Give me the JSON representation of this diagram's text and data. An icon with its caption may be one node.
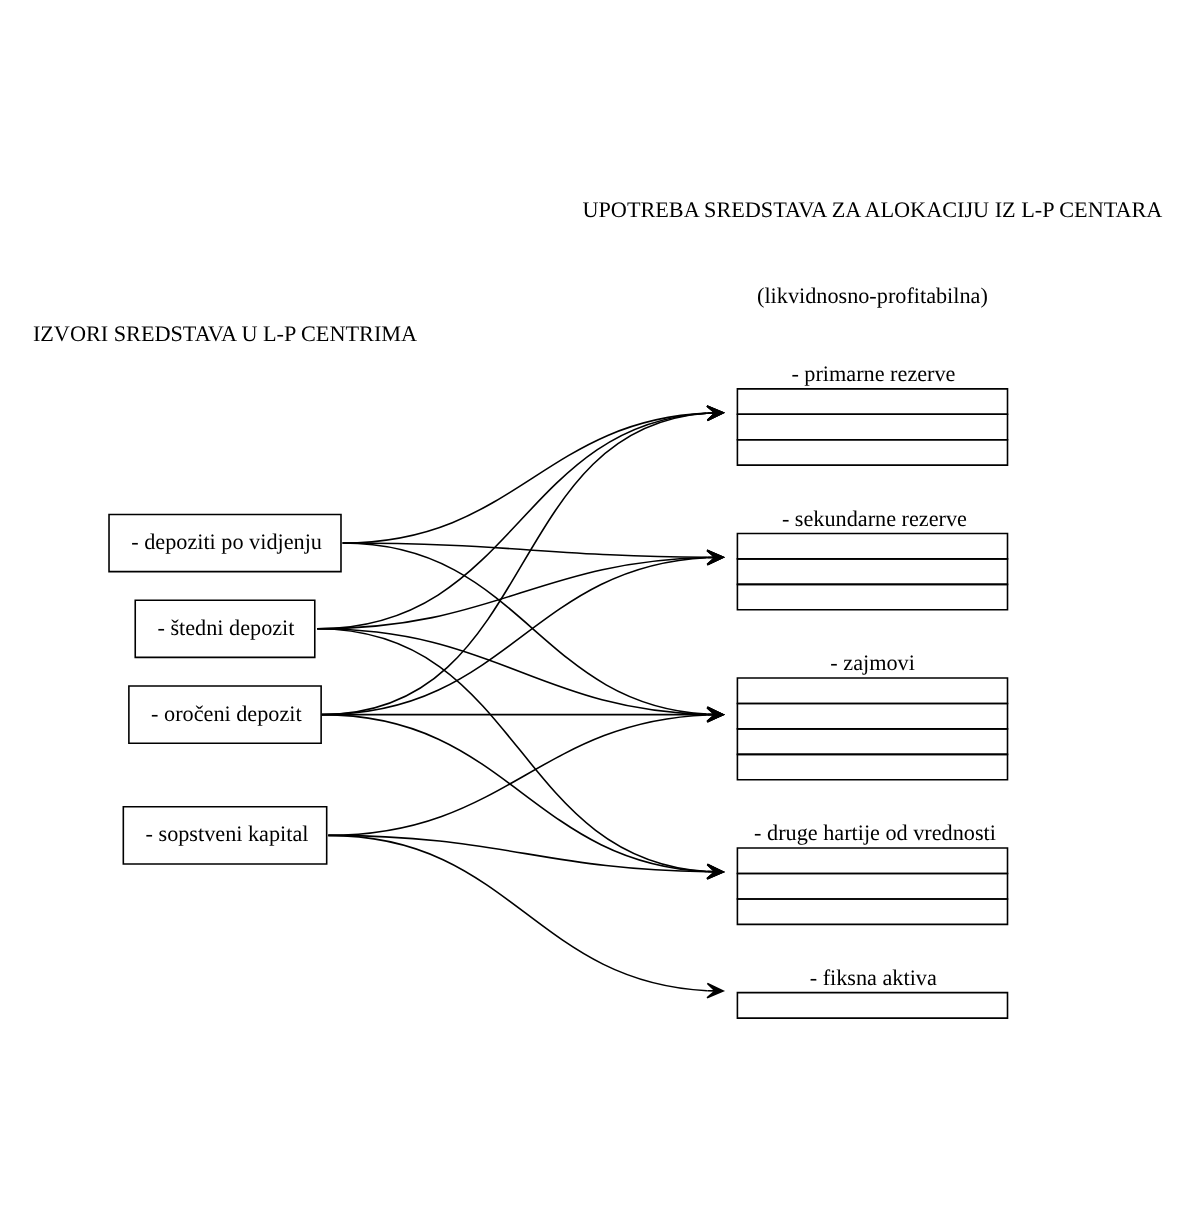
{
  "diagram": {
    "nodes": [
      {
        "text": [
          "- depoziti po vidjenju"
        ]
      },
      {
        "text": [
          "- štedni depozit"
        ]
      },
      {
        "text": [
          "- oročeni depozit"
        ]
      },
      {
        "text": [
          "- sopstveni kapital"
        ]
      },
      {
        "text": [
          "- primarne rezerve"
        ]
      },
      {
        "text": [
          "- sekundarne rezerve"
        ]
      },
      {
        "text": [
          "- zajmovi"
        ]
      },
      {
        "text": [
          "- druge hartije od vrednosti"
        ]
      },
      {
        "text": [
          "- fiksna aktiva"
        ]
      }
    ],
    "edges": [
      {
        "from": 0,
        "to": 4,
        "arrow": "to"
      },
      {
        "from": 0,
        "to": 5,
        "arrow": "to"
      },
      {
        "from": 0,
        "to": 6,
        "arrow": "to"
      },
      {
        "from": 1,
        "to": 4,
        "arrow": "to"
      },
      {
        "from": 1,
        "to": 5,
        "arrow": "to"
      },
      {
        "from": 1,
        "to": 6,
        "arrow": "to"
      },
      {
        "from": 1,
        "to": 7,
        "arrow": "to"
      },
      {
        "from": 2,
        "to": 4,
        "arrow": "to"
      },
      {
        "from": 2,
        "to": 5,
        "arrow": "to"
      },
      {
        "from": 2,
        "to": 6,
        "arrow": "to"
      },
      {
        "from": 2,
        "to": 7,
        "arrow": "to"
      },
      {
        "from": 3,
        "to": 6,
        "arrow": "to"
      },
      {
        "from": 3,
        "to": 7,
        "arrow": "to"
      },
      {
        "from": 3,
        "to": 8,
        "arrow": "to"
      }
    ],
    "labels": [
      "IZVORI SREDSTAVA U L-P CENTRIMA",
      "UPOTREBA SREDSTAVA ZA ALOKACIJU IZ L-P CENTARA",
      "(likvidnosno-profitabilna)"
    ]
  }
}
